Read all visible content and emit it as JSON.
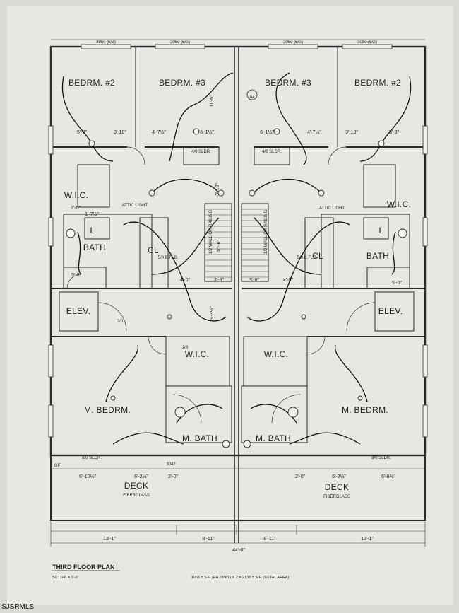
{
  "plan": {
    "title": "THIRD FLOOR PLAN",
    "scale": "SC: 1/4\" = 1'-0\"",
    "area_note": "1065 ± S.F. (EA. UNIT) X 2 = 2130 ± S.F. (TOTAL AREA)"
  },
  "rooms": {
    "bedrm2_left": "BEDRM. #2",
    "bedrm3_left": "BEDRM. #3",
    "bedrm3_right": "BEDRM. #3",
    "bedrm2_right": "BEDRM. #2",
    "wic_left": "W.I.C.",
    "wic_right": "W.I.C.",
    "bath_left": "BATH",
    "bath_right": "BATH",
    "cl_left": "CL",
    "cl_right": "CL",
    "l_left": "L",
    "l_right": "L",
    "elev_left": "ELEV.",
    "elev_right": "ELEV.",
    "mwic_left": "W.I.C.",
    "mwic_right": "W.I.C.",
    "mbed_left": "M. BEDRM.",
    "mbed_right": "M. BEDRM.",
    "mbath_left": "M. BATH",
    "mbath_right": "M. BATH",
    "deck_left": "DECK",
    "deck_right": "DECK",
    "fiberglass": "FIBERGLASS",
    "attic_light": "ATTIC LIGHT"
  },
  "dims": {
    "bottom_seg1": "13'-1\"",
    "bottom_seg2": "8'-11\"",
    "bottom_seg3": "8'-11\"",
    "bottom_seg4": "13'-1\"",
    "bottom_total": "44'-0\"",
    "top_win1": "3050 (EG)",
    "top_win2": "3050 (EG)",
    "top_win3": "3050 (EG)",
    "top_win4": "3050 (EG)",
    "d_5_8a": "5'-8\"",
    "d_3_10a": "3'-10\"",
    "d_4_7a": "4'-7½\"",
    "d_6_1a": "6'-1½\"",
    "d_6_1b": "6'-1½\"",
    "d_4_7b": "4'-7½\"",
    "d_3_10b": "3'-10\"",
    "d_5_8b": "5'-8\"",
    "d_stair1": "3'-8\"",
    "d_stair2": "3'-8\"",
    "d_10_6": "10'-6\"",
    "d_3_10_v": "3'-10\"",
    "d_11_6": "11'-6\"",
    "d_4_0a": "4'-0\"",
    "d_4_0b": "4'-0\"",
    "d_5_3": "5'-3½\"",
    "d_deck1": "6'-10½\"",
    "d_deck2": "6'-2½\"",
    "d_deck3": "2'-0\"",
    "d_deck4": "2'-0\"",
    "d_deck5": "6'-2½\"",
    "d_deck6": "6'-8½\"",
    "slide_left": "8/0 SLDR.",
    "slide_right": "8/0 SLDR.",
    "sldr_top_left": "4/0 SLDR.",
    "sldr_top_right": "4/0 SLDR.",
    "wall_note1": "1/2 WALL OR RAILING",
    "wall_note2": "1/2 WALL OR RAILING",
    "bifold1": "5/0 B.FLD.",
    "bifold2": "5/0 B.FLD.",
    "door_28": "2/8",
    "door_30": "3/0",
    "door_3042": "3042",
    "gfi": "GFI",
    "dim_5_0a": "5'-0\"",
    "dim_5_0b": "5'-0\"",
    "dim_3_0": "3'-0\"",
    "dim_1_7": "1'-7½\"",
    "detail": "A4"
  },
  "watermark": "SJSRMLS"
}
